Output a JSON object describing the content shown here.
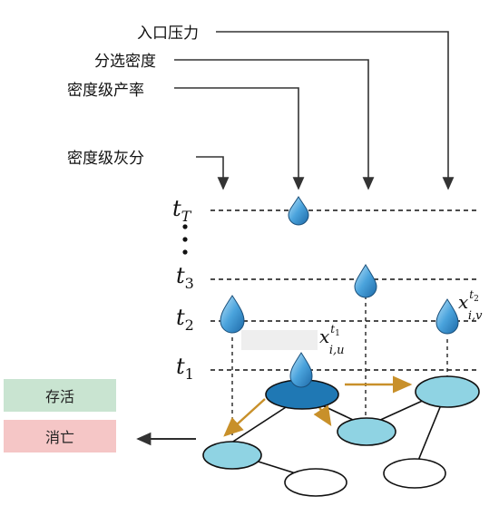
{
  "labels": {
    "inlet_pressure": "入口压力",
    "fraction_selection_density": "分选密度",
    "density_yield": "密度级产率",
    "density_ash": "密度级灰分"
  },
  "time_levels": {
    "tT": {
      "base": "t",
      "sub": "T"
    },
    "t3": {
      "base": "t",
      "sub": "3"
    },
    "t2": {
      "base": "t",
      "sub": "2"
    },
    "t1": {
      "base": "t",
      "sub": "1"
    }
  },
  "annotations": {
    "x_iu": {
      "base": "x",
      "sup": "t",
      "supsub": "1",
      "sub": "i,u"
    },
    "x_iv": {
      "base": "x",
      "sup": "t",
      "supsub": "2",
      "sub": "i,v"
    }
  },
  "legend": {
    "survive": {
      "label": "存活",
      "color": "#c9e4d1"
    },
    "die": {
      "label": "消亡",
      "color": "#f5c6c6"
    }
  },
  "colors": {
    "drop": "#4aa3dc",
    "node_light": "#8fd3e3",
    "node_dark": "#1f78b4",
    "arrow_orange": "#c8902a",
    "line": "#111111"
  }
}
